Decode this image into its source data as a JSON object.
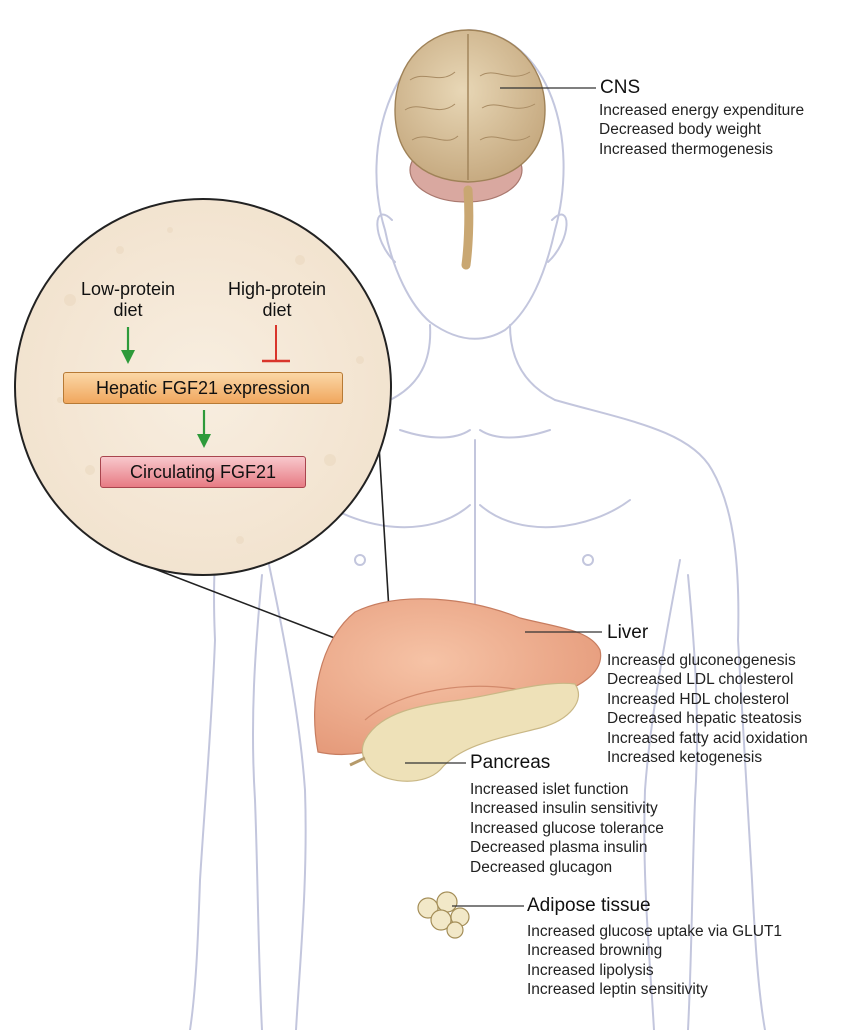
{
  "inset": {
    "low_protein": [
      "Low-protein",
      "diet"
    ],
    "high_protein": [
      "High-protein",
      "diet"
    ],
    "hepatic_expression": "Hepatic FGF21 expression",
    "circulating": "Circulating FGF21"
  },
  "cns": {
    "title": "CNS",
    "effects": [
      "Increased energy expenditure",
      "Decreased body weight",
      "Increased thermogenesis"
    ]
  },
  "liver": {
    "title": "Liver",
    "effects": [
      "Increased gluconeogenesis",
      "Decreased LDL cholesterol",
      "Increased HDL cholesterol",
      "Decreased hepatic steatosis",
      "Increased fatty acid oxidation",
      "Increased ketogenesis"
    ]
  },
  "pancreas": {
    "title": "Pancreas",
    "effects": [
      "Increased islet function",
      "Increased insulin sensitivity",
      "Increased glucose tolerance",
      "Decreased plasma insulin",
      "Decreased glucagon"
    ]
  },
  "adipose": {
    "title": "Adipose tissue",
    "effects": [
      "Increased glucose uptake via GLUT1",
      "Increased browning",
      "Increased lipolysis",
      "Increased leptin sensitivity"
    ]
  },
  "colors": {
    "activation_arrow": "#2e9a3a",
    "inhibition_bar": "#d9352b",
    "body_outline": "#b9bdd8",
    "inset_fill": "#f6eadb",
    "hepatic_box": "#f3b36c",
    "circulating_box": "#ec8e96",
    "liver": "#eda98a",
    "pancreas": "#eee1b8",
    "brain": "#d9c39d"
  }
}
